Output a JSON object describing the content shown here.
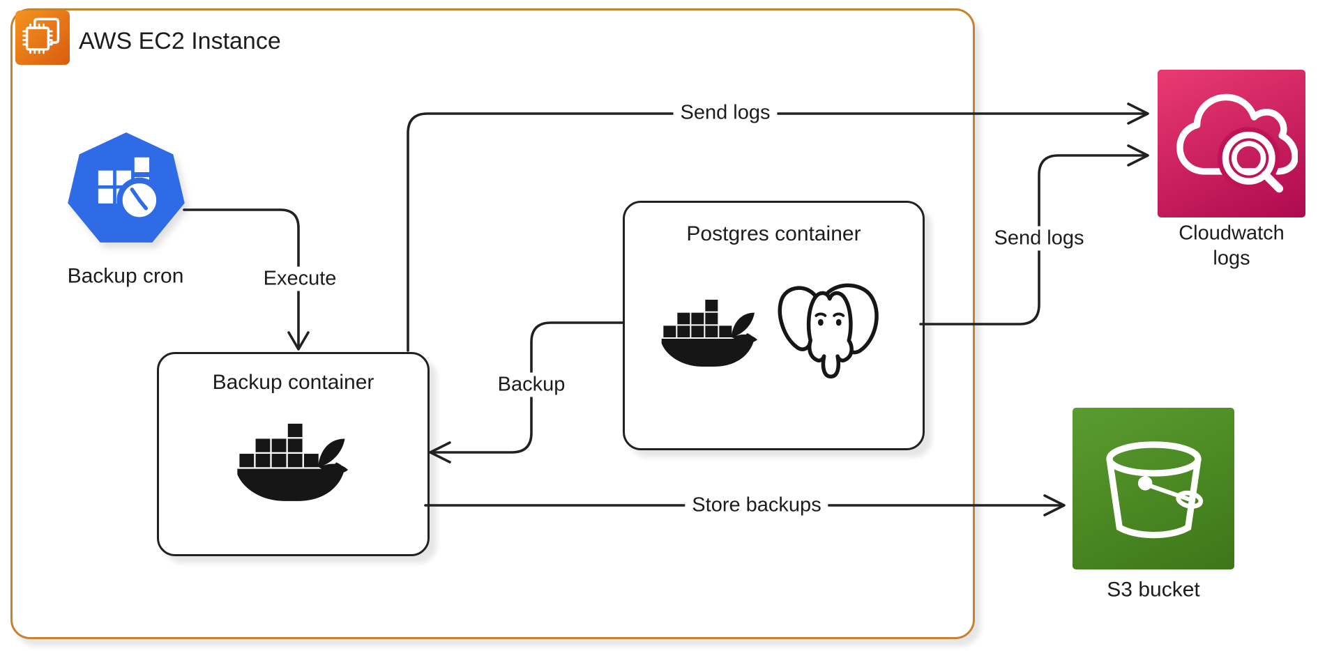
{
  "group": {
    "title": "AWS EC2 Instance"
  },
  "nodes": {
    "backup_cron": {
      "label": "Backup cron",
      "icon": "kubernetes-cronjob-icon"
    },
    "backup_container": {
      "title": "Backup container",
      "icon": "docker-icon"
    },
    "postgres_container": {
      "title": "Postgres container",
      "icons": [
        "docker-icon",
        "postgresql-icon"
      ]
    },
    "cloudwatch": {
      "label_line1": "Cloudwatch",
      "label_line2": "logs",
      "icon": "cloudwatch-logs-icon"
    },
    "s3": {
      "label": "S3 bucket",
      "icon": "s3-bucket-icon"
    }
  },
  "edges": {
    "execute": {
      "label": "Execute",
      "from": "backup_cron",
      "to": "backup_container"
    },
    "send_logs_top": {
      "label": "Send logs",
      "from": "backup_container",
      "to": "cloudwatch"
    },
    "send_logs_right": {
      "label": "Send logs",
      "from": "postgres_container",
      "to": "cloudwatch"
    },
    "backup": {
      "label": "Backup",
      "from": "postgres_container",
      "to": "backup_container"
    },
    "store_backups": {
      "label": "Store backups",
      "from": "backup_container",
      "to": "s3"
    }
  },
  "colors": {
    "group_border": "#c5832e",
    "ec2_grad_start": "#f5931f",
    "ec2_grad_end": "#d95c10",
    "cron_blue": "#2f6be5",
    "cloudwatch_grad_start": "#ea3a72",
    "cloudwatch_grad_end": "#ae0a4e",
    "s3_grad_start": "#5a9c30",
    "s3_grad_end": "#3d7618",
    "line": "#212121"
  }
}
